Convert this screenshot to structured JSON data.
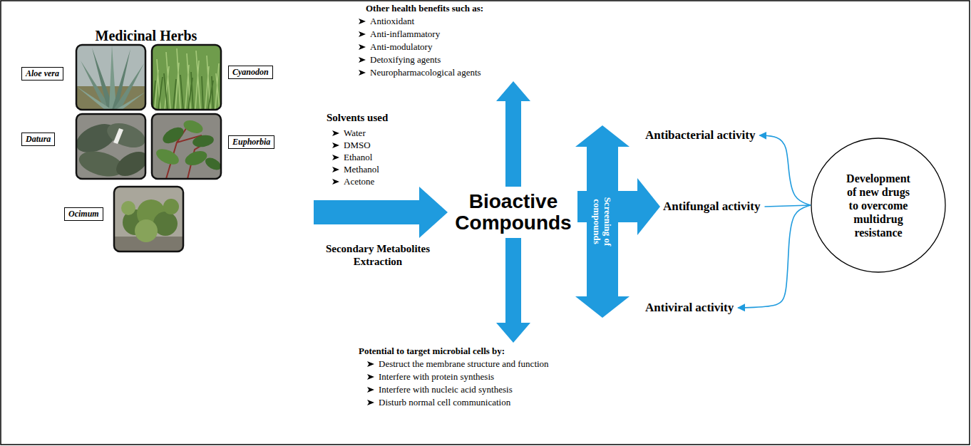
{
  "diagram": {
    "nodes": [
      {
        "text": [
          "Medicinal Herbs"
        ]
      },
      {
        "text": [
          "Aloe vera"
        ],
        "in": 0
      },
      {
        "text": [
          "Cyanodon"
        ],
        "in": 0
      },
      {
        "text": [
          "Datura"
        ],
        "in": 0
      },
      {
        "text": [
          "Euphorbia"
        ],
        "in": 0
      },
      {
        "text": [
          "Ocimum"
        ],
        "in": 0
      },
      {
        "text": [
          "Other health benefits such as:",
          "Antioxidant",
          "Anti-inflammatory",
          "Anti-modulatory",
          "Detoxifying agents",
          "Neuropharmacological agents"
        ]
      },
      {
        "text": [
          "Bioactive Compounds"
        ]
      },
      {
        "text": [
          "Antibacterial activity"
        ]
      },
      {
        "text": [
          "Antifungal activity"
        ]
      },
      {
        "text": [
          "Development of new drugs to overcome multidrug resistance"
        ]
      },
      {
        "text": [
          "Antiviral activity"
        ]
      },
      {
        "text": [
          "Potential to target microbial cells by:",
          "Destruct the membrane structure and function",
          "Interfere with protein synthesis",
          "Interfere with nucleic acid synthesis",
          "Disturb normal cell communication"
        ]
      }
    ],
    "edges": [
      {
        "from": 0,
        "to": 7,
        "arrow": "to"
      },
      {
        "from": 7,
        "to": 6,
        "arrow": "to"
      },
      {
        "from": 7,
        "to": 12,
        "arrow": "to"
      },
      {
        "from": 7,
        "to": 9,
        "arrow": "to",
        "label": "Screening of compounds"
      },
      {
        "from": 7,
        "to": 8,
        "arrow": "to"
      },
      {
        "from": 7,
        "to": 11,
        "arrow": "to"
      },
      {
        "from": 10,
        "to": 8,
        "arrow": "to"
      },
      {
        "from": 10,
        "to": 9,
        "arrow": "none"
      },
      {
        "from": 10,
        "to": 11,
        "arrow": "to"
      }
    ],
    "labels": [
      "Solvents used",
      "Water",
      "DMSO",
      "Ethanol",
      "Methanol",
      "Acetone",
      "Secondary Metabolites Extraction"
    ]
  }
}
